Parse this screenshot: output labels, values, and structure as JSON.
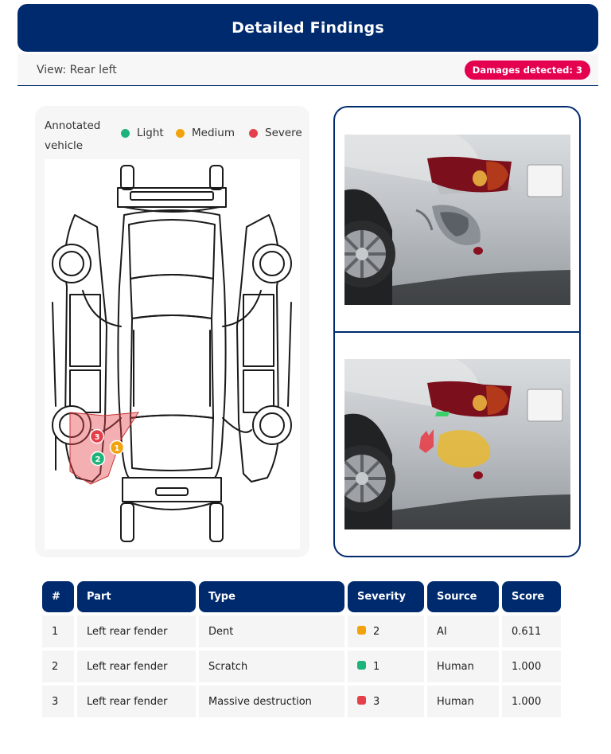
{
  "header": {
    "title": "Detailed Findings"
  },
  "viewbar": {
    "view_label": "View: Rear left",
    "badge": "Damages detected: 3"
  },
  "legend": {
    "title": "Annotated vehicle",
    "items": [
      {
        "label": "Light",
        "color": "#1db37a"
      },
      {
        "label": "Medium",
        "color": "#f2a20c"
      },
      {
        "label": "Severe",
        "color": "#e5404a"
      }
    ]
  },
  "markers": [
    {
      "number": "3",
      "color": "#e5404a"
    },
    {
      "number": "1",
      "color": "#f2a20c"
    },
    {
      "number": "2",
      "color": "#1db37a"
    }
  ],
  "table": {
    "headers": [
      "#",
      "Part",
      "Type",
      "Severity",
      "Source",
      "Score"
    ],
    "rows": [
      {
        "num": "1",
        "part": "Left rear fender",
        "type": "Dent",
        "severity": "2",
        "severity_color": "#f2a20c",
        "source": "AI",
        "score": "0.611"
      },
      {
        "num": "2",
        "part": "Left rear fender",
        "type": "Scratch",
        "severity": "1",
        "severity_color": "#1db37a",
        "source": "Human",
        "score": "1.000"
      },
      {
        "num": "3",
        "part": "Left rear fender",
        "type": "Massive destruction",
        "severity": "3",
        "severity_color": "#e5404a",
        "source": "Human",
        "score": "1.000"
      }
    ]
  }
}
